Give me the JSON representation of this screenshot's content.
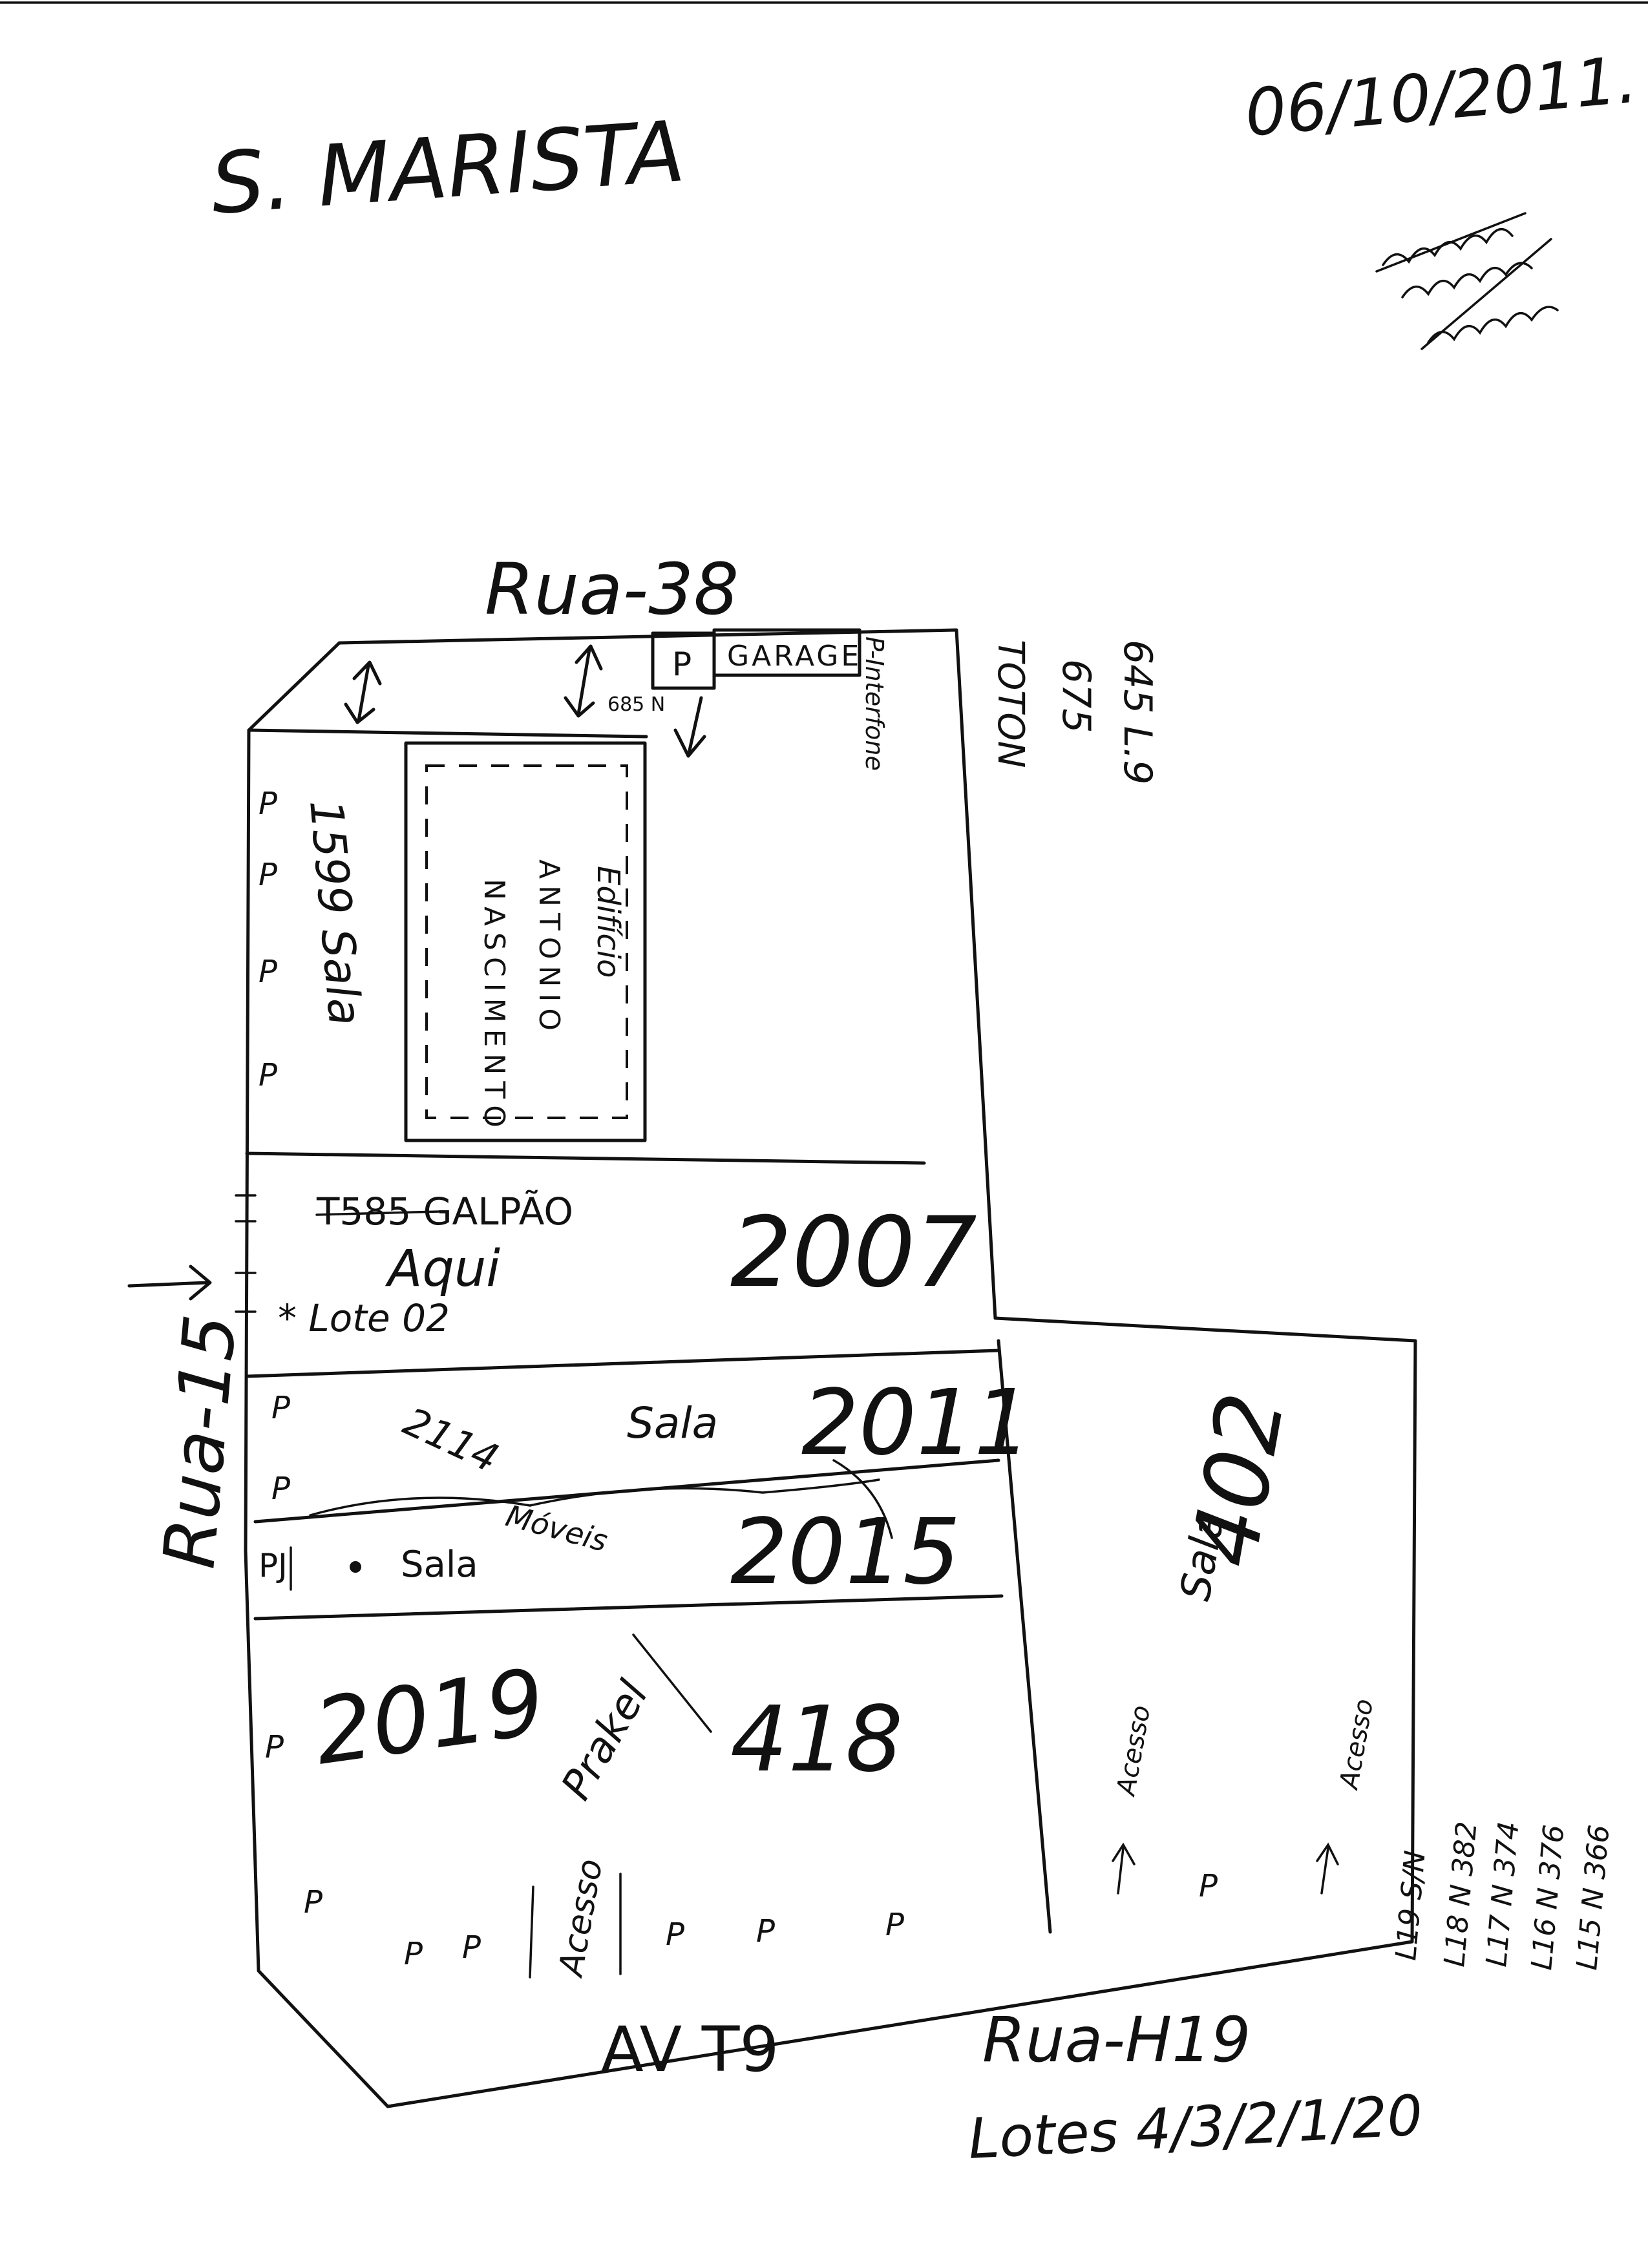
{
  "header": {
    "place": "S. MARISTA",
    "date": "06/10/2011."
  },
  "streets": {
    "top": "Rua-38",
    "left": "Rua-15",
    "bottom_main": "AV T9",
    "bottom_right": "Rua-H19",
    "lotes": "Lotes 4/3/2/1/20"
  },
  "right_numbers": [
    "TOTON",
    "675",
    "645 L.9"
  ],
  "top_strip": {
    "p": "P",
    "garage": "GARAGE",
    "number_small": "685 N",
    "interfone": "P-Interfone"
  },
  "blocks": {
    "sala_top": "1599 Sala",
    "building": {
      "line1": "Edifício",
      "line2": "ANTONIO",
      "line3": "NASCIMENTO"
    },
    "galpao": {
      "label": "T585 GALPÃO",
      "number": "2007",
      "here": "Aqui",
      "lote": "* Lote 02"
    },
    "row_2011": {
      "sala": "Sala",
      "number": "2011",
      "scribble": "2114"
    },
    "row_2015": {
      "sala": "Sala",
      "number": "2015",
      "moveis": "Móveis",
      "pj": "PJ"
    },
    "bottom_left": {
      "number": "2019",
      "prakel": "Prakel",
      "number2": "418",
      "acesso": "Acesso"
    },
    "right_block": {
      "sala": "Sala",
      "number": "402",
      "acesso1": "Acesso",
      "acesso2": "Acesso"
    }
  },
  "lot_list": [
    "L19 S/N",
    "L18 N 382",
    "L17 N 374",
    "L16 N 376",
    "L15 N 366"
  ],
  "parking_marks": [
    "P",
    "P",
    "P",
    "P",
    "P",
    "P",
    "P",
    "P",
    "P",
    "P",
    "P",
    "P",
    "P",
    "P"
  ]
}
